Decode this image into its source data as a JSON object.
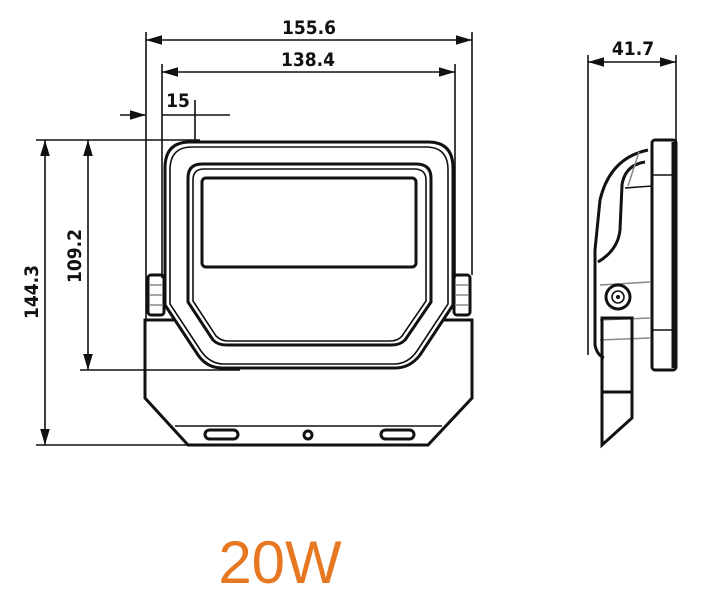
{
  "dimensions": {
    "overall_width": "155.6",
    "inner_width": "138.4",
    "offset": "15",
    "overall_height": "144.3",
    "frame_height": "109.2",
    "depth": "41.7"
  },
  "caption": "20W",
  "colors": {
    "caption": "#E87722",
    "line": "#111111"
  }
}
